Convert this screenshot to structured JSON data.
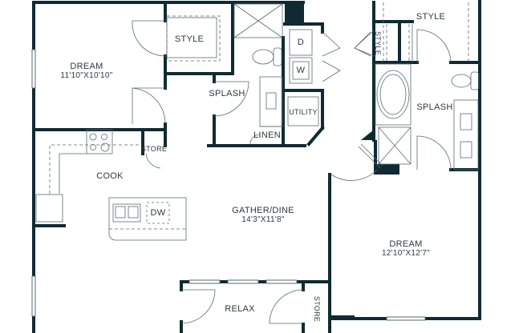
{
  "floor_plan": {
    "wall_color": "#0f2a33",
    "line_color": "#5a6a70",
    "text_color": "#2b3a40",
    "rooms": [
      {
        "id": "dream-1",
        "name": "DREAM",
        "dims": "11'10\"X10'10\""
      },
      {
        "id": "style-1",
        "name": "STYLE"
      },
      {
        "id": "splash-1",
        "name": "SPLASH"
      },
      {
        "id": "dryer",
        "name": "D"
      },
      {
        "id": "washer",
        "name": "W"
      },
      {
        "id": "utility",
        "name": "UTILITY"
      },
      {
        "id": "linen",
        "name": "LINEN"
      },
      {
        "id": "store-kitchen",
        "name": "STORE"
      },
      {
        "id": "cook",
        "name": "COOK"
      },
      {
        "id": "dishwasher",
        "name": "DW"
      },
      {
        "id": "gather-dine",
        "name": "GATHER/DINE",
        "dims": "14'3\"X11'8\""
      },
      {
        "id": "style-2",
        "name": "STYLE"
      },
      {
        "id": "style-3",
        "name": "STYLE"
      },
      {
        "id": "splash-2",
        "name": "SPLASH"
      },
      {
        "id": "dream-2",
        "name": "DREAM",
        "dims": "12'10\"X12'7\""
      },
      {
        "id": "relax",
        "name": "RELAX"
      },
      {
        "id": "store-relax",
        "name": "STORE"
      }
    ]
  }
}
